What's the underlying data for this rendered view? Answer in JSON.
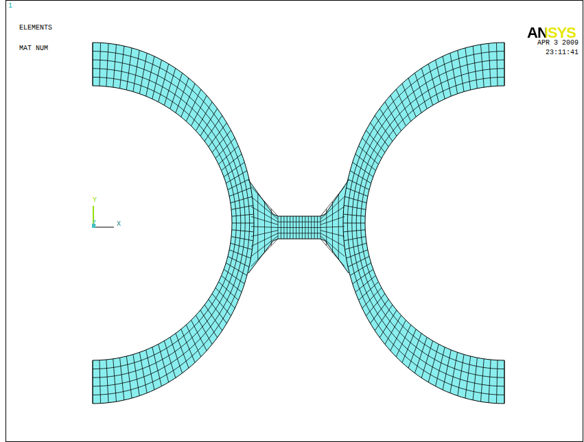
{
  "diagram": {
    "labels": [
      "1",
      "ELEMENTS",
      "MAT NUM",
      "ANSYS",
      "APR 3 2009",
      "23:11:41",
      "Y",
      "Z",
      "X"
    ]
  }
}
